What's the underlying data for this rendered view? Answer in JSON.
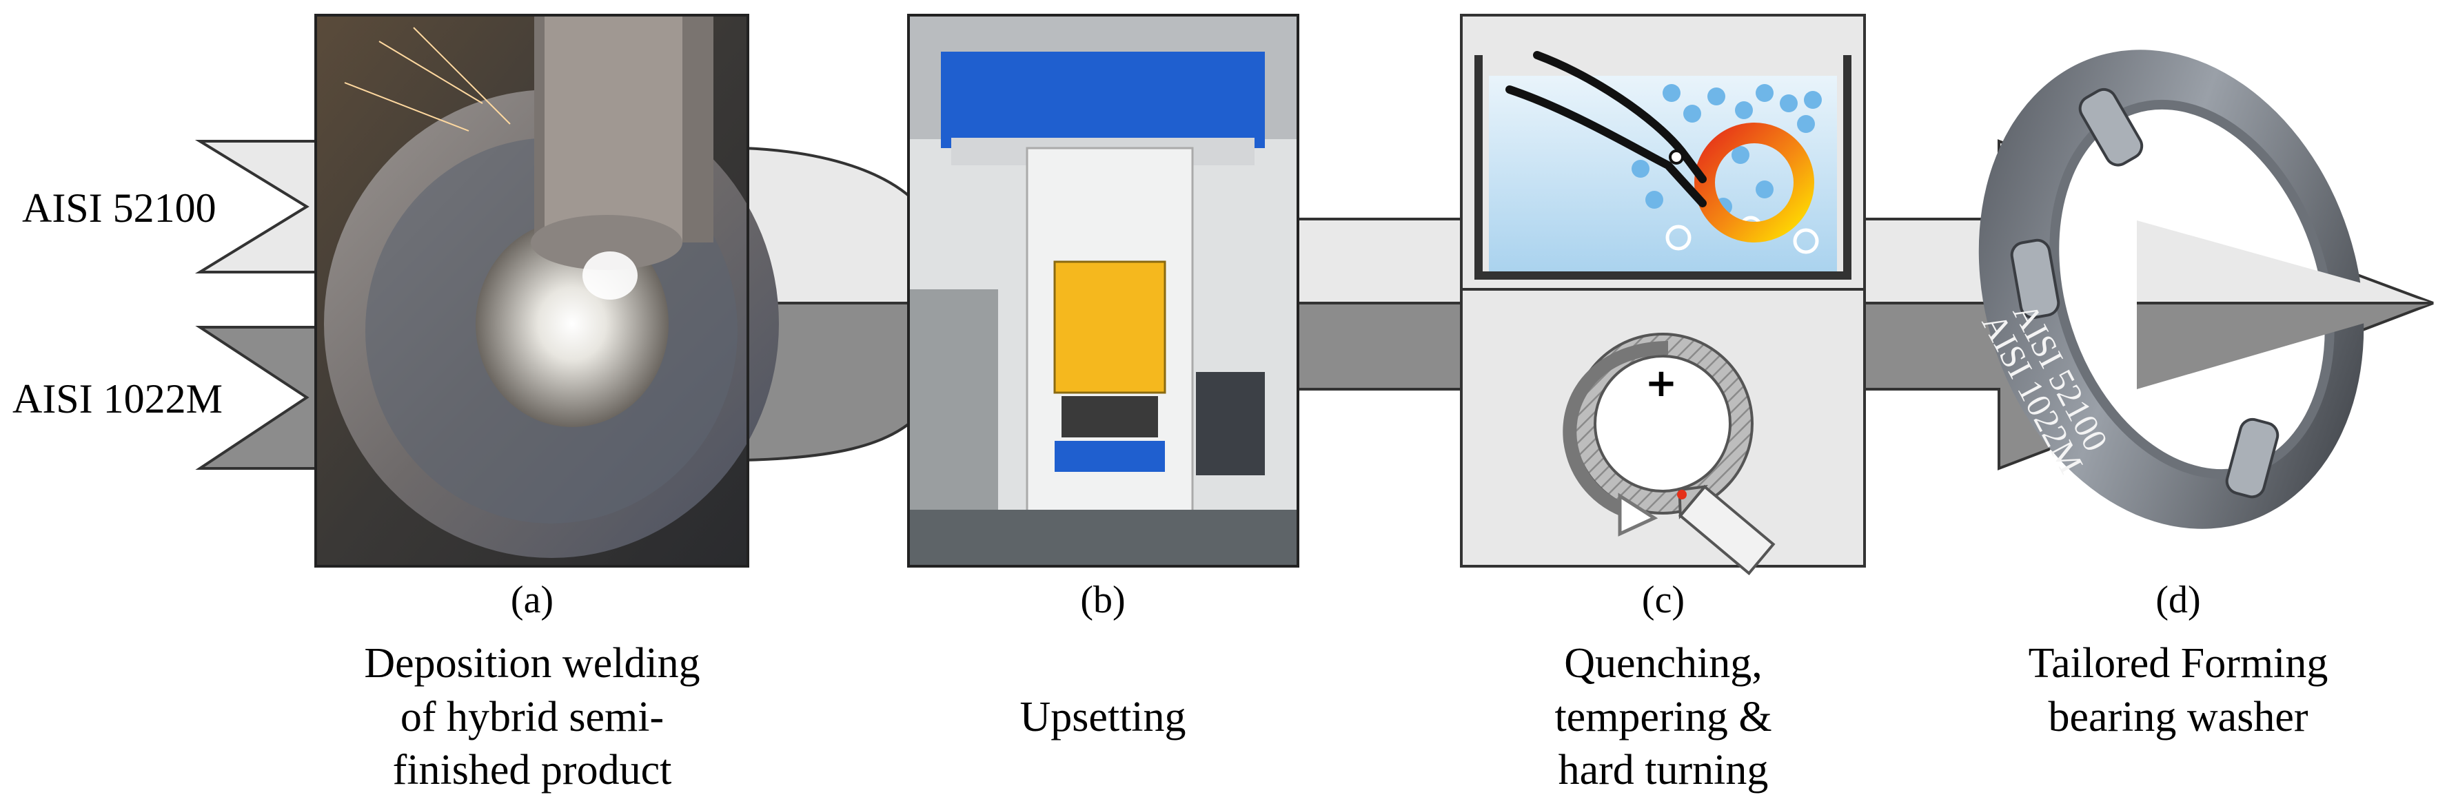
{
  "inputs": [
    {
      "label": "AISI 52100"
    },
    {
      "label": "AISI 1022M"
    }
  ],
  "steps": [
    {
      "letter": "(a)",
      "caption_lines": [
        "Deposition welding",
        "of hybrid semi-",
        "finished product"
      ],
      "image": "welding-photo"
    },
    {
      "letter": "(b)",
      "caption_lines": [
        "Upsetting"
      ],
      "image": "press-photo"
    },
    {
      "letter": "(c)",
      "caption_lines": [
        "Quenching,",
        "tempering &",
        "hard turning"
      ],
      "image": "quench-and-turning-schematic"
    },
    {
      "letter": "(d)",
      "caption_lines": [
        "Tailored Forming",
        "bearing washer"
      ],
      "image": "bearing-washer-photo"
    }
  ],
  "washer_engraving": [
    "AISI 52100",
    "AISI 1022M"
  ],
  "colors": {
    "light_arrow": "#e9e9e9",
    "dark_arrow": "#8c8c8c",
    "outline": "#333333",
    "hot_ring_outer": "#e53019",
    "hot_ring_inner": "#ffd400",
    "press_yellow": "#f5b81e",
    "press_blue": "#1f5fcf",
    "water": "#cfe6f6"
  }
}
